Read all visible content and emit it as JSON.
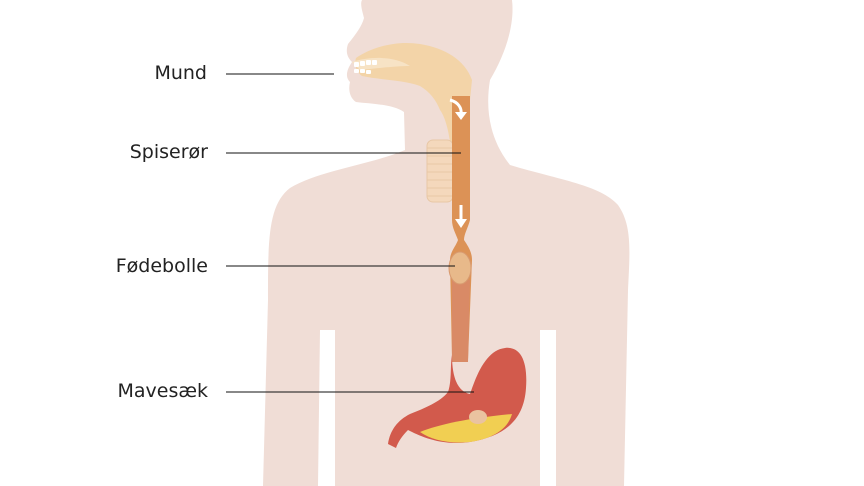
{
  "labels": {
    "mouth": "Mund",
    "esophagus": "Spiserør",
    "bolus": "Fødebolle",
    "stomach": "Mavesæk"
  },
  "colors": {
    "body": "#f0ddd6",
    "throat": "#f3d4a8",
    "esophagus": "#dc9256",
    "stomach": "#d25a4c",
    "gastric_fluid": "#f1cf52",
    "bolus": "#e8b98a",
    "leader_line": "#111111"
  },
  "icons": [
    "down-arrow-icon",
    "curved-arrow-icon"
  ]
}
